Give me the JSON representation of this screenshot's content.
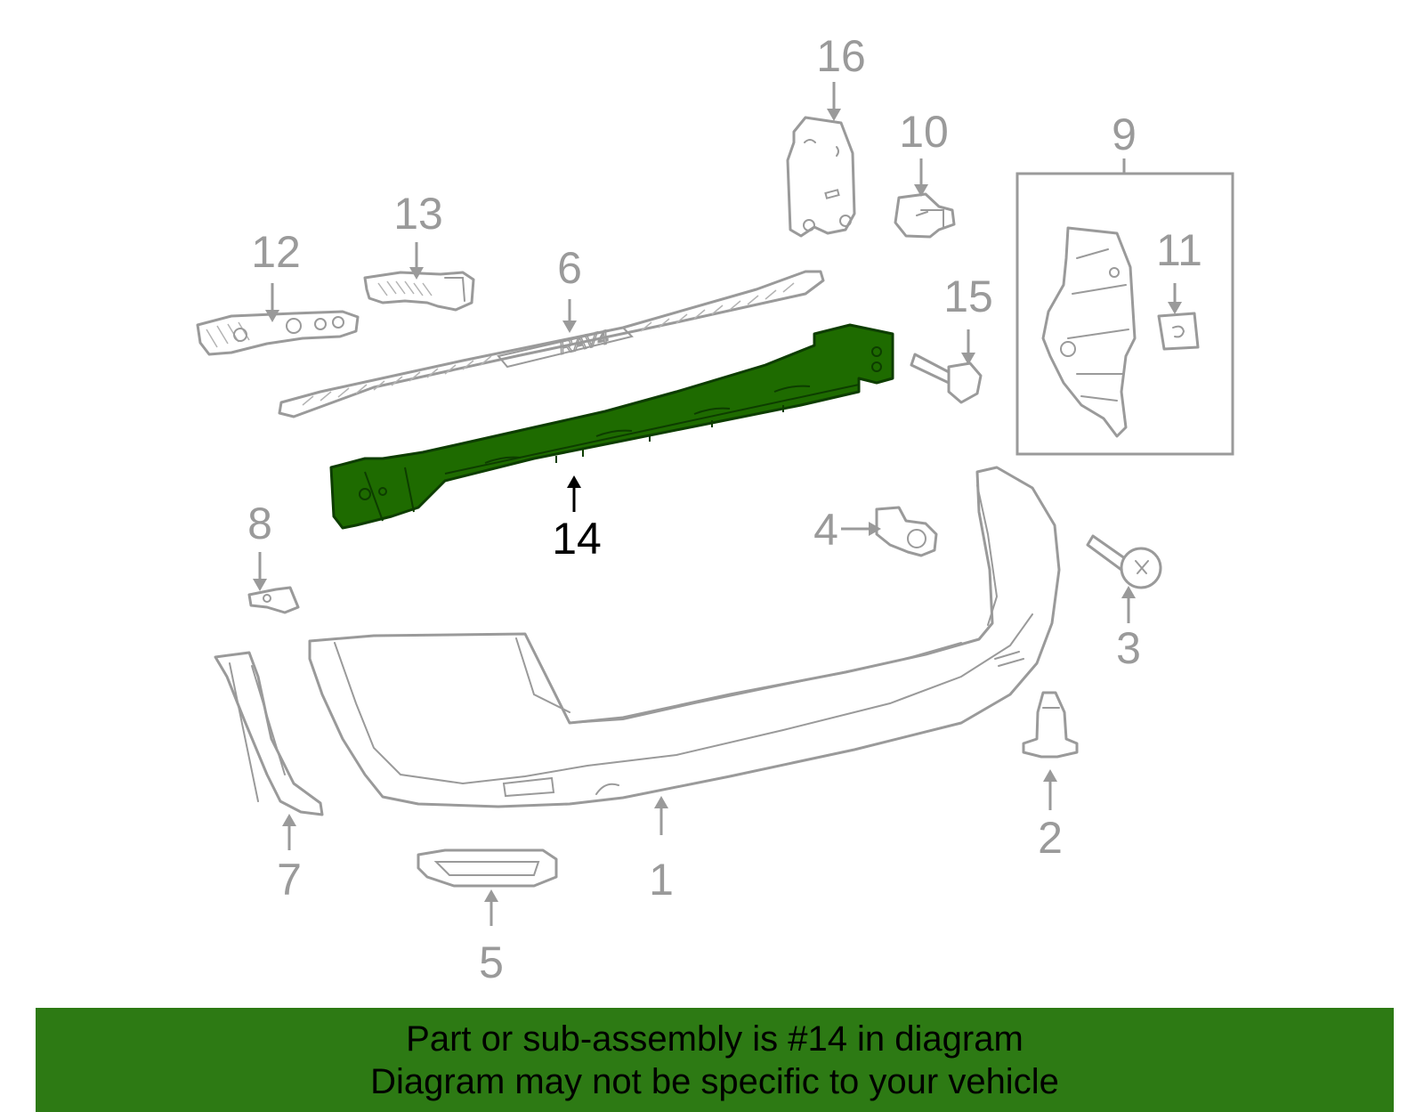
{
  "callouts": {
    "c1": "1",
    "c2": "2",
    "c3": "3",
    "c4": "4",
    "c5": "5",
    "c6": "6",
    "c7": "7",
    "c8": "8",
    "c9": "9",
    "c10": "10",
    "c11": "11",
    "c12": "12",
    "c13": "13",
    "c14": "14",
    "c15": "15",
    "c16": "16"
  },
  "highlighted_part": "14",
  "highlight_color": "#1e6b00",
  "footer": {
    "line1": "Part or sub-assembly is #14 in diagram",
    "line2": "Diagram may not be specific to your vehicle",
    "background": "#2d7a14"
  }
}
